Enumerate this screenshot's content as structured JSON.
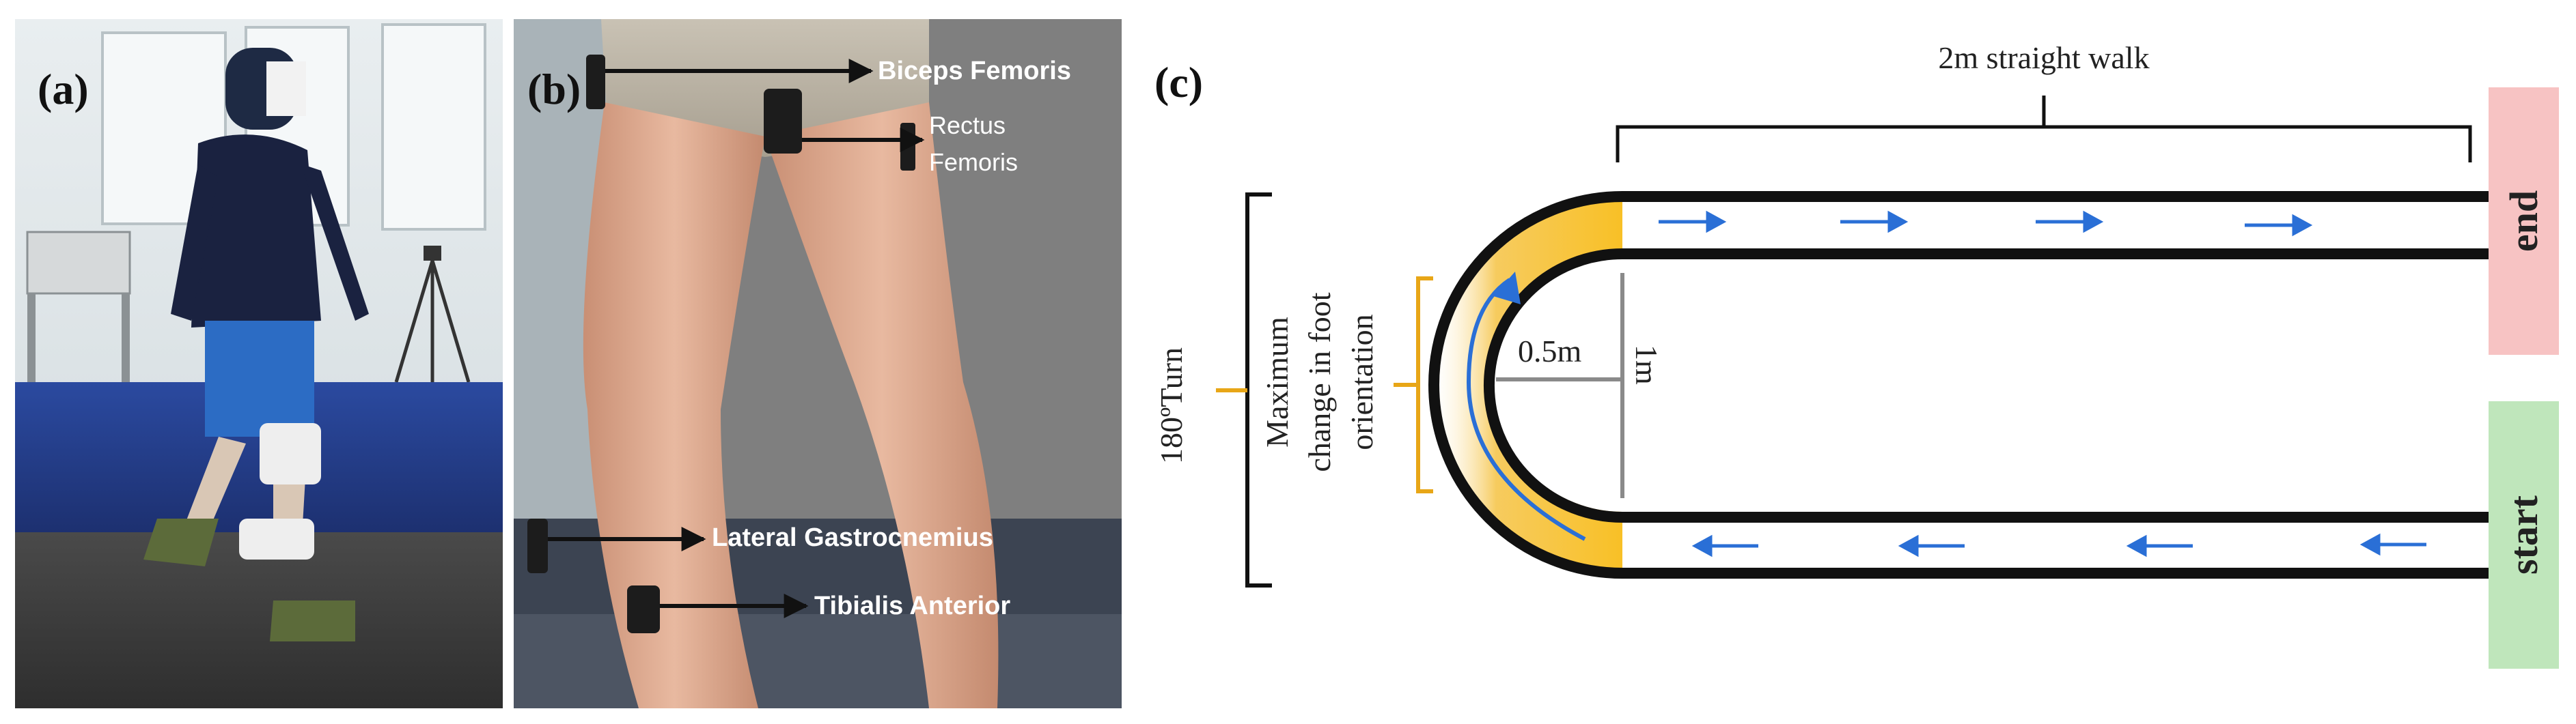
{
  "panels": {
    "a": {
      "label": "(a)"
    },
    "b": {
      "label": "(b)",
      "muscles": {
        "biceps_femoris": "Biceps Femoris",
        "rectus_femoris_line1": "Rectus",
        "rectus_femoris_line2": "Femoris",
        "lateral_gastrocnemius": "Lateral Gastrocnemius",
        "tibialis_anterior": "Tibialis Anterior"
      }
    },
    "c": {
      "label": "(c)",
      "straight_walk": "2m straight walk",
      "turn_label": "180ºTurn",
      "foot_orientation_line1": "Maximum",
      "foot_orientation_line2": "change in foot",
      "foot_orientation_line3": "orientation",
      "radius_inner": "0.5m",
      "radius_outer": "1m",
      "end": "end",
      "start": "start"
    }
  },
  "colors": {
    "end_box": "#f7c3c3",
    "start_box": "#bfe6bb",
    "arrow_blue": "#2a6fd6",
    "turn_gold": "#e8a617",
    "track_black": "#111111",
    "photo_gray": "#7f7f7f"
  },
  "icons": [
    "arrow-right-icon",
    "arrow-left-icon",
    "curved-arrow-icon"
  ]
}
